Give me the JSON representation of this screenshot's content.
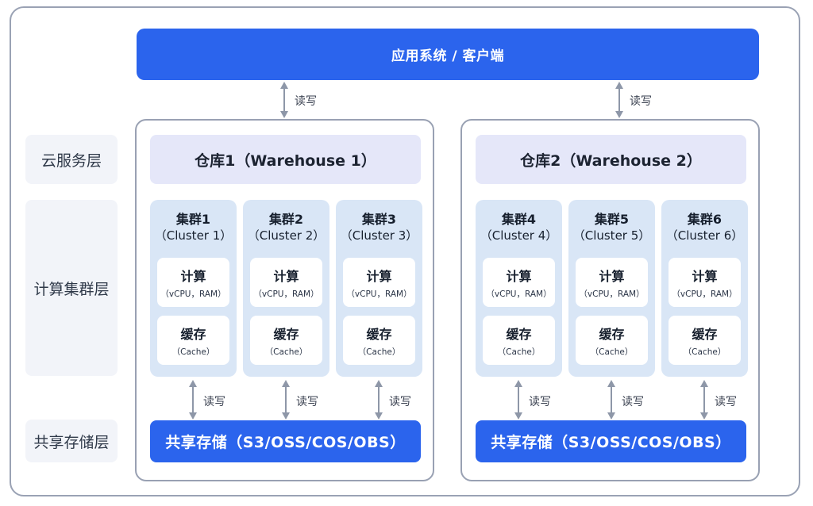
{
  "banner": {
    "label": "应用系统 / 客户端"
  },
  "arrows": {
    "read_write_label": "读写"
  },
  "layers": {
    "cloud_service": "云服务层",
    "compute_cluster": "计算集群层",
    "shared_storage": "共享存储层"
  },
  "warehouses": [
    {
      "title": "仓库1（Warehouse 1）",
      "storage": "共享存储（S3/OSS/COS/OBS）",
      "clusters": [
        {
          "name": "集群1",
          "name_en": "（Cluster 1）",
          "compute": "计算",
          "compute_detail": "（vCPU，RAM）",
          "cache": "缓存",
          "cache_detail": "（Cache）"
        },
        {
          "name": "集群2",
          "name_en": "（Cluster 2）",
          "compute": "计算",
          "compute_detail": "（vCPU，RAM）",
          "cache": "缓存",
          "cache_detail": "（Cache）"
        },
        {
          "name": "集群3",
          "name_en": "（Cluster 3）",
          "compute": "计算",
          "compute_detail": "（vCPU，RAM）",
          "cache": "缓存",
          "cache_detail": "（Cache）"
        }
      ]
    },
    {
      "title": "仓库2（Warehouse 2）",
      "storage": "共享存储（S3/OSS/COS/OBS）",
      "clusters": [
        {
          "name": "集群4",
          "name_en": "（Cluster 4）",
          "compute": "计算",
          "compute_detail": "（vCPU，RAM）",
          "cache": "缓存",
          "cache_detail": "（Cache）"
        },
        {
          "name": "集群5",
          "name_en": "（Cluster 5）",
          "compute": "计算",
          "compute_detail": "（vCPU，RAM）",
          "cache": "缓存",
          "cache_detail": "（Cache）"
        },
        {
          "name": "集群6",
          "name_en": "（Cluster 6）",
          "compute": "计算",
          "compute_detail": "（vCPU，RAM）",
          "cache": "缓存",
          "cache_detail": "（Cache）"
        }
      ]
    }
  ],
  "colors": {
    "primary_blue": "#2b64ed",
    "cluster_bg": "#d9e6f6",
    "warehouse_header_bg": "#e5e7f9",
    "layer_label_bg": "#f2f4f9",
    "border_gray": "#99a1b3",
    "arrow_gray": "#8e97a8"
  }
}
